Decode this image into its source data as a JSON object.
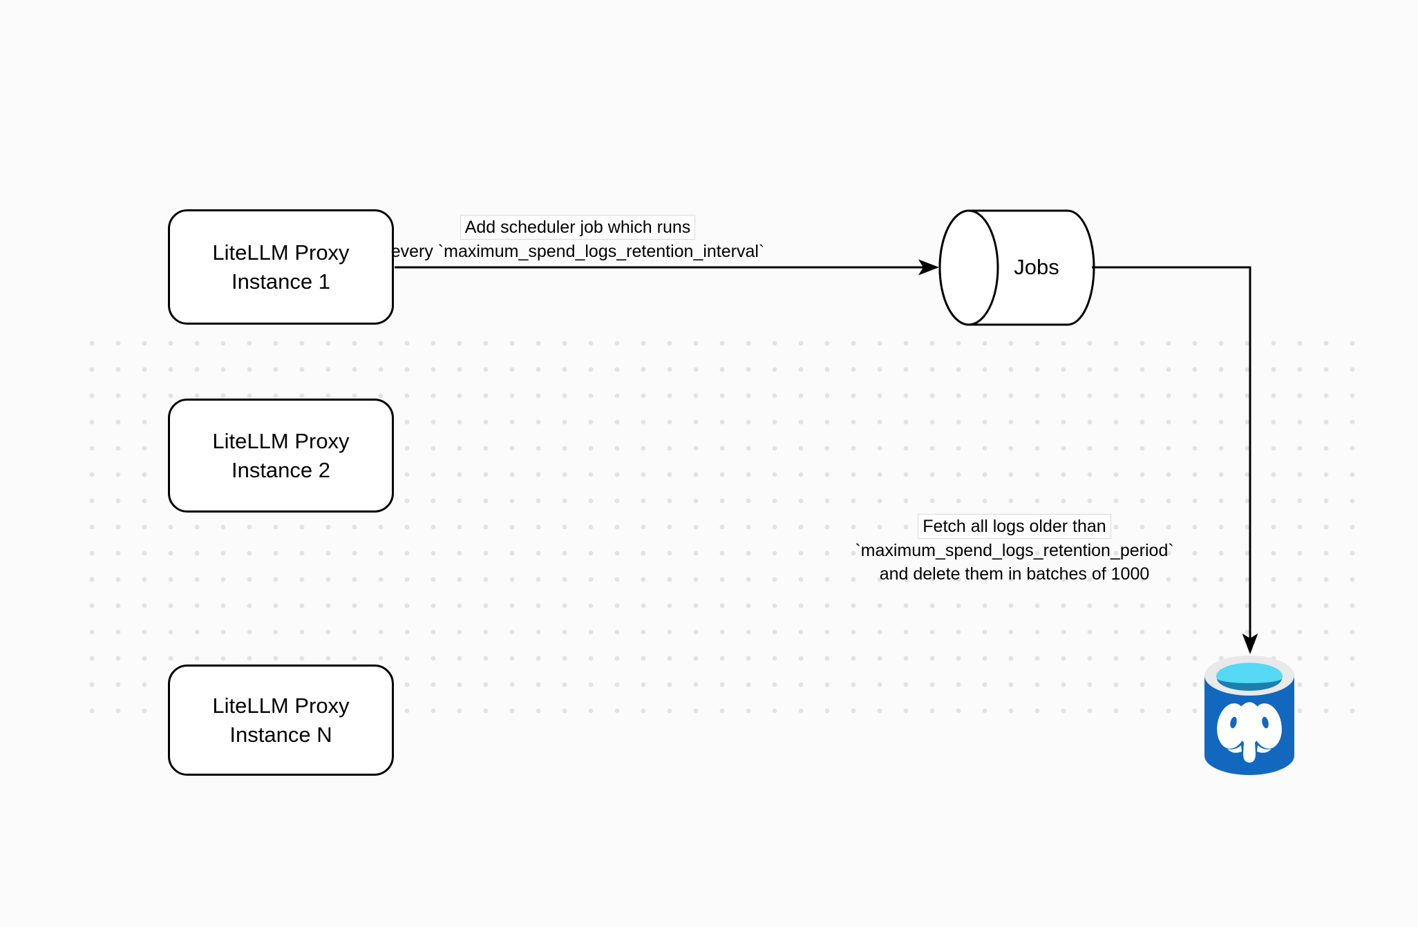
{
  "diagram": {
    "proxy_instances": [
      {
        "line1": "LiteLLM Proxy",
        "line2": "Instance 1"
      },
      {
        "line1": "LiteLLM Proxy",
        "line2": "Instance 2"
      },
      {
        "line1": "LiteLLM Proxy",
        "line2": "Instance N"
      }
    ],
    "jobs_node": {
      "label": "Jobs"
    },
    "edge_labels": {
      "scheduler": {
        "line1": "Add scheduler job which runs",
        "line2": "every `maximum_spend_logs_retention_interval`"
      },
      "fetch": {
        "line1": "Fetch all logs older than",
        "line2": "`maximum_spend_logs_retention_period`",
        "line3": "and delete them in batches of 1000"
      }
    },
    "icons": {
      "database": "postgresql-database-icon"
    },
    "colors": {
      "canvas_bg": "#fbfbfb",
      "dot": "#e3e3e3",
      "line": "#000000",
      "node_fill": "#ffffff",
      "postgres_body": "#1268be",
      "postgres_rim": "#e9e9e9",
      "postgres_top_light": "#55d9f5",
      "postgres_top_dark": "#1b7fb0",
      "elephant": "#ffffff"
    }
  }
}
